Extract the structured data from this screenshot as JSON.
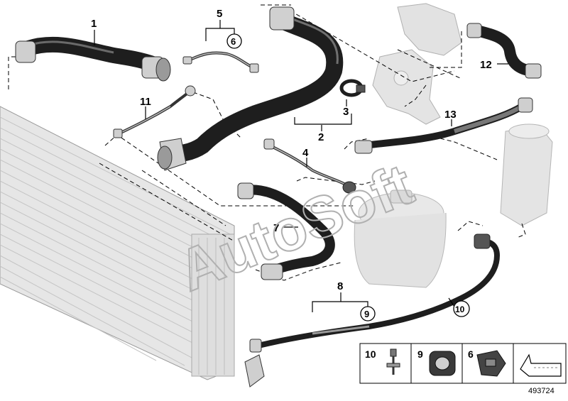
{
  "callouts": {
    "c1": "1",
    "c2": "2",
    "c3": "3",
    "c4": "4",
    "c5": "5",
    "c6": "6",
    "c7": "7",
    "c8": "8",
    "c9": "9",
    "c10": "10",
    "c11": "11",
    "c12": "12",
    "c13": "13"
  },
  "legend": {
    "k10": "10",
    "k9": "9",
    "k6": "6"
  },
  "watermark": "AutoSoft",
  "diagram_number": "493724",
  "colors": {
    "hose": "#1e1e1e",
    "ghost": "#d6d6d6",
    "line": "#000000"
  }
}
